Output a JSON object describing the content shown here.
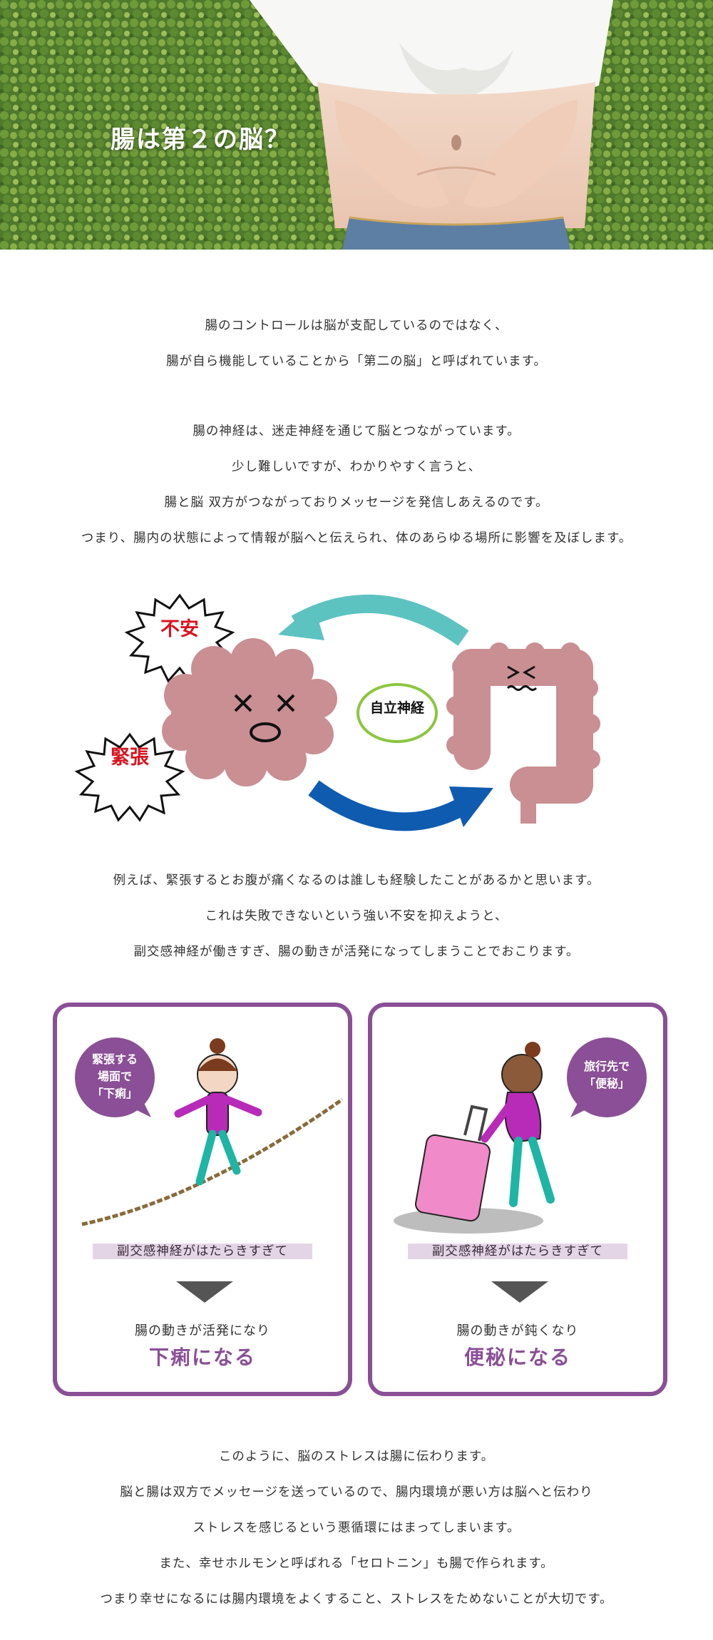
{
  "hero": {
    "title": "腸は第２の脳？"
  },
  "intro_paragraph_1": [
    "腸のコントロールは脳が支配しているのではなく、",
    "腸が自ら機能していることから「第二の脳」と呼ばれています。"
  ],
  "intro_paragraph_2": [
    "腸の神経は、迷走神経を通じて脳とつながっています。",
    "少し難しいですが、わかりやすく言うと、",
    "腸と脳 双方がつながっておりメッセージを発信しあえるのです。",
    "つまり、腸内の状態によって情報が脳へと伝えられ、体のあらゆる場所に影響を及ぼします。"
  ],
  "diagram": {
    "burst_top": "不安",
    "burst_bottom": "緊張",
    "center": "自立神経",
    "colors": {
      "brain": "#c98f93",
      "arrow_top": "#5cc3c0",
      "arrow_bottom": "#0f5bb0",
      "ring": "#8cc63f",
      "burst_text": "#d8141f"
    }
  },
  "example_paragraph": [
    "例えば、緊張するとお腹が痛くなるのは誰しも経験したことがあるかと思います。",
    "これは失敗できないという強い不安を抑えようと、",
    "副交感神経が働きすぎ、腸の動きが活発になってしまうことでおこります。"
  ],
  "cards": [
    {
      "bubble": [
        "緊張する",
        "場面で",
        "「下痢」"
      ],
      "cause": "副交感神経がはたらきすぎて",
      "result_sub": "腸の動きが活発になり",
      "result_main": "下痢になる"
    },
    {
      "bubble": [
        "旅行先で",
        "「便秘」"
      ],
      "cause": "副交感神経がはたらきすぎて",
      "result_sub": "腸の動きが鈍くなり",
      "result_main": "便秘になる"
    }
  ],
  "closing_paragraph": [
    "このように、脳のストレスは腸に伝わります。",
    "脳と腸は双方でメッセージを送っているので、腸内環境が悪い方は脳へと伝わり",
    "ストレスを感じるという悪循環にはまってしまいます。",
    "また、幸せホルモンと呼ばれる「セロトニン」も腸で作られます。",
    "つまり幸せになるには腸内環境をよくすること、ストレスをためないことが大切です。"
  ],
  "accent_color": "#8a4f96"
}
